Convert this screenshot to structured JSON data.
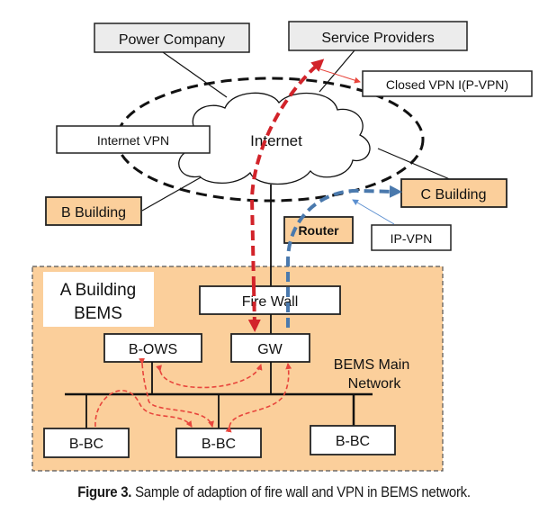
{
  "colors": {
    "building_fill": "#fbcf9b",
    "red_path": "#d2232a",
    "blue_path": "#4a79ad",
    "box_gray": "#ececec"
  },
  "nodes": {
    "power_company": "Power  Company",
    "service_providers": "Service  Providers",
    "closed_vpn": "Closed VPN  I(P-VPN)",
    "internet_vpn": "Internet VPN",
    "internet": "Internet",
    "b_building": "B Building",
    "c_building": "C Building",
    "router": "Router",
    "ip_vpn": "IP-VPN",
    "a_building_line1": "A Building",
    "a_building_line2": "BEMS",
    "fire_wall": "Fire Wall",
    "b_ows": "B-OWS",
    "gw": "GW",
    "bems_main_line1": "BEMS  Main",
    "bems_main_line2": "Network",
    "b_bc_1": "B-BC",
    "b_bc_2": "B-BC",
    "b_bc_3": "B-BC"
  },
  "caption": {
    "label": "Figure 3.",
    "text": " Sample of adaption of fire wall and VPN in BEMS network."
  }
}
